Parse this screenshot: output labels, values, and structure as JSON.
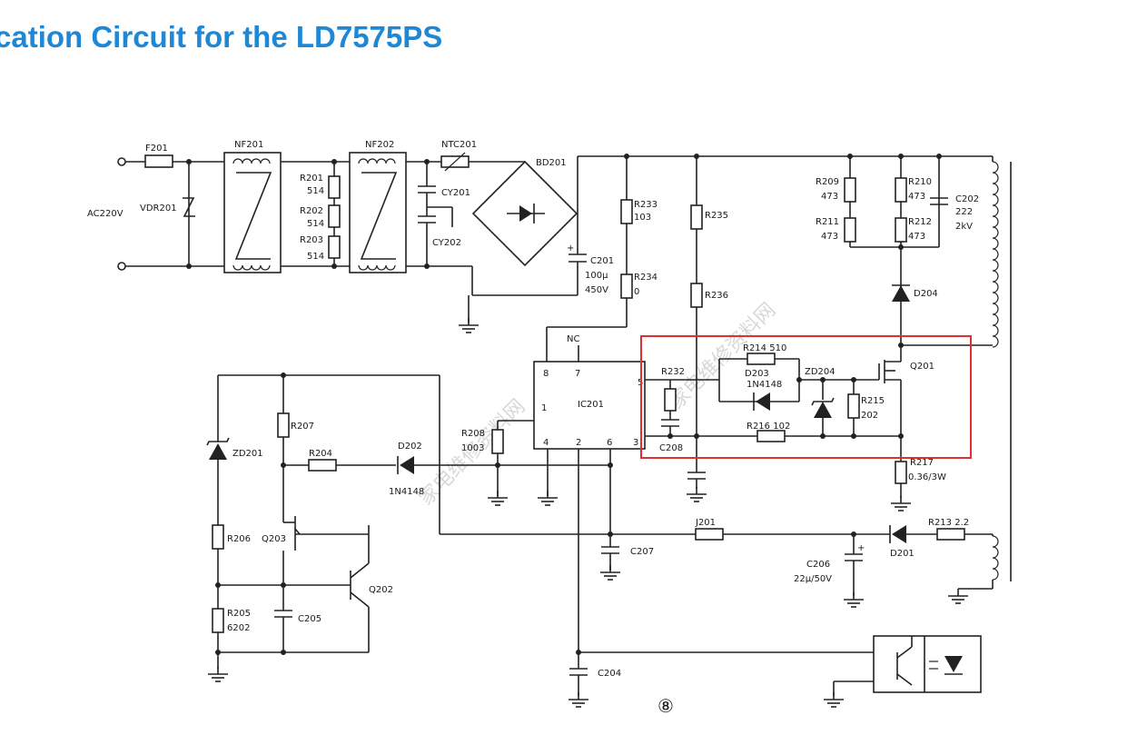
{
  "page": {
    "title": "cation Circuit for the LD7575PS"
  },
  "labels": {
    "f201": "F201",
    "ac": "AC220V",
    "vdr201": "VDR201",
    "nf201": "NF201",
    "nf202": "NF202",
    "r201": "R201",
    "r201v": "514",
    "r202": "R202",
    "r202v": "514",
    "r203": "R203",
    "r203v": "514",
    "cy201": "CY201",
    "cy202": "CY202",
    "ntc201": "NTC201",
    "bd201": "BD201",
    "c201": "C201",
    "c201v1": "100μ",
    "c201v2": "450V",
    "r233": "R233",
    "r233v": "103",
    "r234": "R234",
    "r234v": "0",
    "r235": "R235",
    "r236": "R236",
    "r209": "R209",
    "r209v": "473",
    "r211": "R211",
    "r211v": "473",
    "r210": "R210",
    "r210v": "473",
    "r212": "R212",
    "r212v": "473",
    "c202": "C202",
    "c202v1": "222",
    "c202v2": "2kV",
    "d204": "D204",
    "q201": "Q201",
    "nc": "NC",
    "ic201": "IC201",
    "pin8": "8",
    "pin7": "7",
    "pin5": "5",
    "pin1": "1",
    "pin4": "4",
    "pin2": "2",
    "pin6": "6",
    "pin3": "3",
    "r214": "R214 510",
    "r232": "R232",
    "d203": "D203",
    "d203v": "1N4148",
    "zd204": "ZD204",
    "r215": "R215",
    "r215v": "202",
    "r216": "R216 102",
    "c208": "C208",
    "r217": "R217",
    "r217v": "0.36/3W",
    "r208": "R208",
    "r208v": "1003",
    "d202": "D202",
    "d202v": "1N4148",
    "r204": "R204",
    "r207": "R207",
    "zd201": "ZD201",
    "q203": "Q203",
    "q202": "Q202",
    "r206": "R206",
    "r205": "R205",
    "r205v": "6202",
    "c205": "C205",
    "c207": "C207",
    "c204": "C204",
    "j201": "J201",
    "c206": "C206",
    "c206v": "22μ/50V",
    "d201": "D201",
    "r213": "R213 2.2",
    "figure": "⑧"
  },
  "watermark_text": "家电维修资料网",
  "colors": {
    "title": "#1e88d6",
    "highlight": "#e03030",
    "wire": "#222222"
  }
}
